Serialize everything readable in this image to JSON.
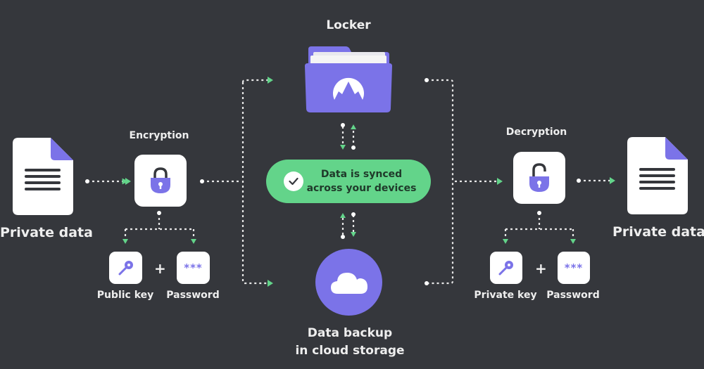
{
  "title": "Locker",
  "colors": {
    "background": "#35373c",
    "accent_purple": "#7b73e8",
    "accent_green": "#63d48a",
    "tile": "#ffffff",
    "connector": "#e8e8e8"
  },
  "left": {
    "document_label": "Private data",
    "document_icon": "document-icon",
    "step_label": "Encryption",
    "step_icon": "lock-closed-icon",
    "inputs": [
      {
        "label": "Public key",
        "icon": "key-icon"
      },
      {
        "label": "Password",
        "icon": "password-asterisks-icon",
        "glyph": "***"
      }
    ],
    "combiner": "+"
  },
  "center": {
    "locker_label": "Locker",
    "locker_icon": "folder-logo-icon",
    "sync_status": {
      "line1": "Data is synced",
      "line2": "across your devices",
      "icon": "checkmark-icon"
    },
    "backup_label_line1": "Data backup",
    "backup_label_line2": "in cloud storage",
    "backup_icon": "cloud-icon"
  },
  "right": {
    "document_label": "Private data",
    "document_icon": "document-icon",
    "step_label": "Decryption",
    "step_icon": "lock-open-icon",
    "inputs": [
      {
        "label": "Private key",
        "icon": "key-icon"
      },
      {
        "label": "Password",
        "icon": "password-asterisks-icon",
        "glyph": "***"
      }
    ],
    "combiner": "+"
  }
}
